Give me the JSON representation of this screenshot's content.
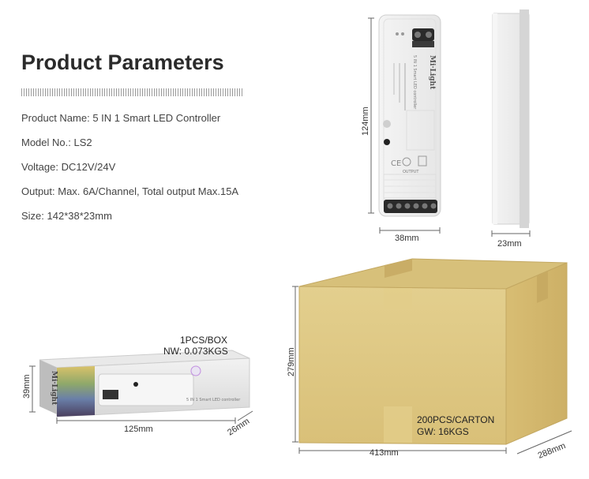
{
  "title": "Product Parameters",
  "params": [
    "Product Name: 5 IN 1 Smart LED Controller",
    "Model No.: LS2",
    "Voltage: DC12V/24V",
    "Output: Max. 6A/Channel, Total output Max.15A",
    "Size: 142*38*23mm"
  ],
  "dims": {
    "height": "124mm",
    "width": "38mm",
    "depth": "23mm",
    "box_h": "39mm",
    "box_w": "125mm",
    "box_d": "26mm",
    "carton_h": "279mm",
    "carton_w": "413mm",
    "carton_d": "288mm"
  },
  "box_note": {
    "line1": "1PCS/BOX",
    "line2": "NW: 0.073KGS"
  },
  "carton_note": {
    "line1": "200PCS/CARTON",
    "line2": "GW: 16KGS"
  },
  "brand": "Mi·Light",
  "device_text": "5 IN 1 Smart LED controller",
  "output_label": "OUTPUT"
}
